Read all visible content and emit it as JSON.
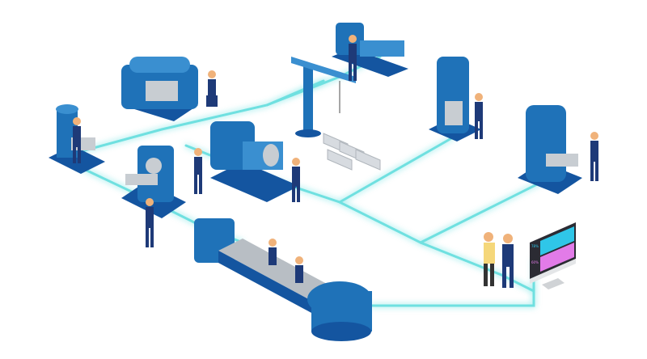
{
  "illustration": {
    "subject": "Isometric smart factory network",
    "background": "#ffffff",
    "colors": {
      "machine_blue": "#1f72b8",
      "machine_blue_light": "#3a8fd0",
      "machine_blue_dark": "#1455a0",
      "metal": "#c8cdd2",
      "network_line": "#6fe0e0",
      "worker_uniform": "#1e3a78",
      "skin": "#f0b27a",
      "monitor_cyan": "#2fc6e8",
      "monitor_magenta": "#e27be8",
      "monitor_frame": "#2b2b33"
    },
    "dashboard": {
      "values": [
        "78%",
        "60%"
      ]
    },
    "elements": [
      "drill-press-left",
      "cnc-machine-top",
      "milling-machine",
      "lathe-large",
      "crane-hoist",
      "lathe-top-right",
      "hydraulic-press",
      "drill-press-right",
      "metal-parts-pile",
      "conveyor-line",
      "managers-pair",
      "dashboard-monitor"
    ]
  }
}
